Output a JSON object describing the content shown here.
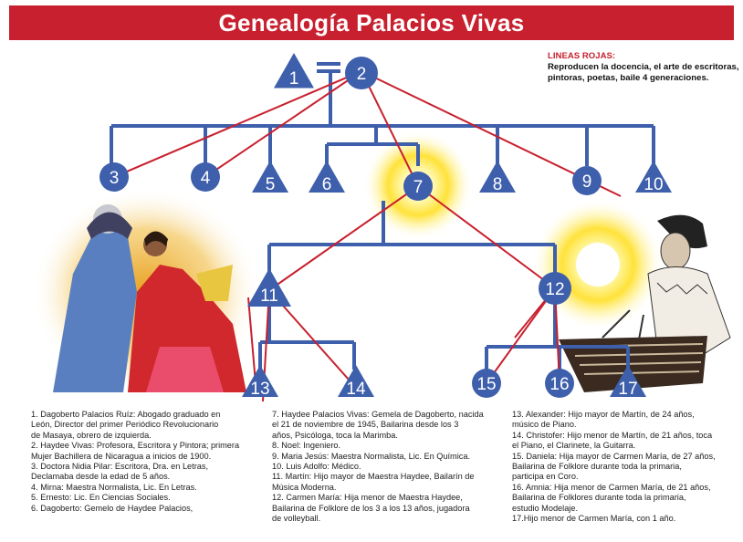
{
  "title": "Genealogía Palacios Vivas",
  "note": {
    "heading": "LINEAS ROJAS:",
    "body": "Reproducen la docencia, el arte de escritoras, pintoras, poetas, baile 4 generaciones."
  },
  "nodes": [
    {
      "id": "n1",
      "label": "1",
      "shape": "triangle"
    },
    {
      "id": "n2",
      "label": "2",
      "shape": "circle"
    },
    {
      "id": "n3",
      "label": "3",
      "shape": "circle"
    },
    {
      "id": "n4",
      "label": "4",
      "shape": "circle"
    },
    {
      "id": "n5",
      "label": "5",
      "shape": "triangle"
    },
    {
      "id": "n6",
      "label": "6",
      "shape": "triangle"
    },
    {
      "id": "n7",
      "label": "7",
      "shape": "circle"
    },
    {
      "id": "n8",
      "label": "8",
      "shape": "triangle"
    },
    {
      "id": "n9",
      "label": "9",
      "shape": "circle"
    },
    {
      "id": "n10",
      "label": "10",
      "shape": "triangle"
    },
    {
      "id": "n11",
      "label": "11",
      "shape": "triangle"
    },
    {
      "id": "n12",
      "label": "12",
      "shape": "circle"
    },
    {
      "id": "n13",
      "label": "13",
      "shape": "triangle"
    },
    {
      "id": "n14",
      "label": "14",
      "shape": "triangle"
    },
    {
      "id": "n15",
      "label": "15",
      "shape": "circle"
    },
    {
      "id": "n16",
      "label": "16",
      "shape": "circle"
    },
    {
      "id": "n17",
      "label": "17",
      "shape": "triangle"
    }
  ],
  "colors": {
    "node_fill": "#3e5fab",
    "branch": "#3e5fab",
    "red_line": "#c8202e",
    "banner": "#c8202e"
  },
  "legend": {
    "col1": [
      "1.  Dagoberto Palacios Ruíz: Abogado graduado en",
      "      León, Director del primer Periódico Revolucionario",
      "      de Masaya, obrero de izquierda.",
      "2.  Haydee Vivas: Profesora, Escritora y Pintora; primera",
      "      Mujer Bachillera de Nicaragua a inicios de 1900.",
      "3.  Doctora Nidia Pilar: Escritora, Dra. en Letras,",
      "      Declamaba desde la edad de 5 años.",
      "4.  Mirna: Maestra Normalista, Lic. En Letras.",
      "5.  Ernesto: Lic. En Ciencias Sociales.",
      "6.  Dagoberto: Gemelo de Haydee Palacios,"
    ],
    "col2": [
      "7.  Haydee Palacios Vivas: Gemela de Dagoberto, nacida",
      "      el 21 de noviembre de 1945, Bailarina desde los 3",
      "      años, Psicóloga, toca la Marimba.",
      "8.  Noel: Ingeniero.",
      "9.  Maria Jesús: Maestra Normalista, Lic. En Química.",
      "10.  Luis Adolfo: Médico.",
      "11.  Martín: Hijo mayor de Maestra Haydee, Bailarín de",
      "        Música Moderna.",
      "12.  Carmen María: Hija menor de Maestra Haydee,",
      "        Bailarina de Folklore de los 3 a los 13 años, jugadora",
      "        de volleyball."
    ],
    "col3": [
      "13.  Alexander: Hijo mayor de Martín, de 24 años,",
      "        músico de Piano.",
      "14.  Christofer: Hijo menor de Martín, de 21 años, toca",
      "        el Piano, el Clarinete, la Guitarra.",
      "15.  Daniela: Hija mayor de Carmen María, de 27 años,",
      "        Bailarina de Folklore durante toda la primaria,",
      "        participa en Coro.",
      "16.  Amnia: Hija menor de Carmen María, de 21 años,",
      "        Bailarina de Folklores durante toda la primaria,",
      "        estudio Modelaje.",
      "17.Hijo menor de Carmen María, con 1 año."
    ]
  }
}
